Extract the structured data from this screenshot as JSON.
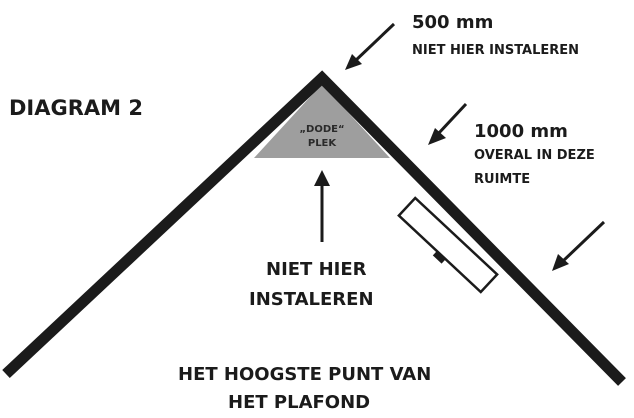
{
  "diagram": {
    "title": "DIAGRAM 2",
    "dead_spot": {
      "line1": "„DODE“",
      "line2": "PLEK"
    },
    "label_500": {
      "distance": "500 mm",
      "note": "NIET HIER INSTALEREN"
    },
    "label_1000": {
      "distance": "1000 mm",
      "note_line1": "OVERAL IN DEZE",
      "note_line2": "RUIMTE"
    },
    "center_note": {
      "line1": "NIET HIER",
      "line2": "INSTALEREN"
    },
    "bottom_note": {
      "line1": "HET HOOGSTE PUNT VAN",
      "line2": "HET PLAFOND"
    },
    "colors": {
      "ink": "#1b1b1b",
      "dead_zone_fill": "#9e9e9e",
      "background": "#ffffff"
    }
  }
}
